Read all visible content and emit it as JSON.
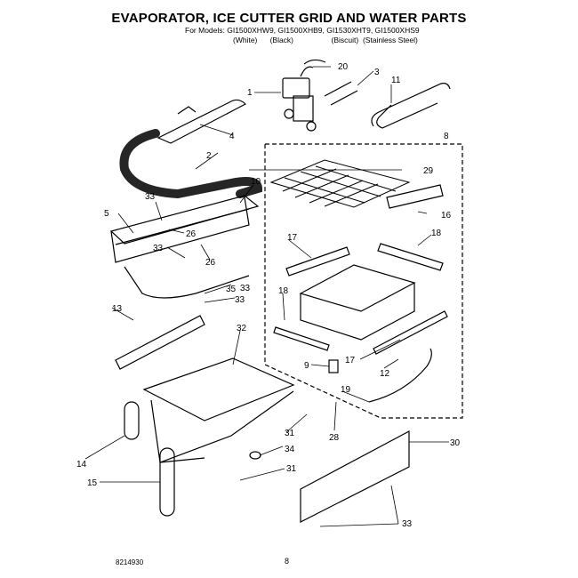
{
  "header": {
    "title": "EVAPORATOR, ICE CUTTER GRID AND WATER PARTS",
    "models_line": "For Models: GI1500XHW9, GI1500XHB9, GI1530XHT9, GI1500XHS9",
    "variants": [
      "(White)",
      "(Black)",
      "(Biscuit)",
      "(Stainless Steel)"
    ]
  },
  "callouts": [
    "1",
    "2",
    "3",
    "4",
    "5",
    "8",
    "9",
    "10",
    "11",
    "12",
    "13",
    "14",
    "15",
    "16",
    "17",
    "17",
    "18",
    "18",
    "19",
    "20",
    "26",
    "26",
    "28",
    "29",
    "30",
    "31",
    "31",
    "32",
    "33",
    "33",
    "33",
    "33",
    "33",
    "34",
    "35"
  ],
  "footer": {
    "code": "8214930",
    "page": "8"
  }
}
